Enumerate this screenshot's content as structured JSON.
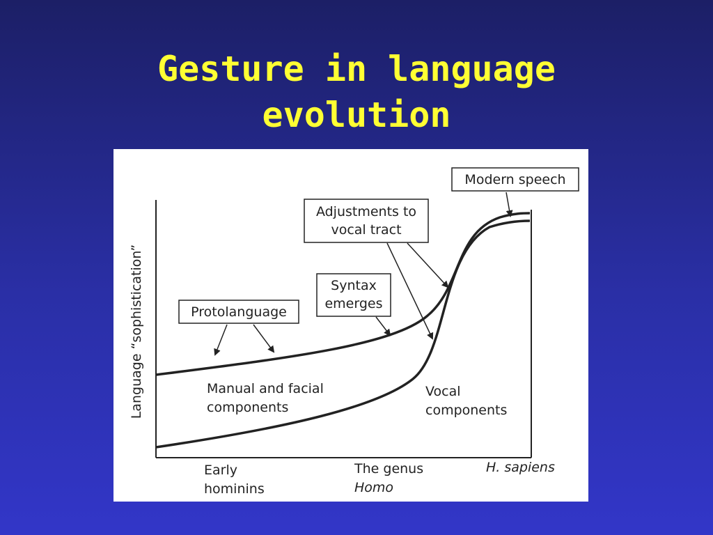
{
  "slide": {
    "title_line1": "Gesture in language",
    "title_line2": "evolution"
  },
  "diagram": {
    "y_axis_label": "Language “sophistication”",
    "x_ticks": {
      "early_line1": "Early",
      "early_line2": "hominins",
      "genus_line1": "The genus",
      "genus_line2": "Homo",
      "sapiens": "H. sapiens"
    },
    "boxes": {
      "protolanguage": "Protolanguage",
      "syntax_line1": "Syntax",
      "syntax_line2": "emerges",
      "adjust_line1": "Adjustments to",
      "adjust_line2": "vocal tract",
      "modern_speech": "Modern speech"
    },
    "curve_labels": {
      "manual_line1": "Manual and facial",
      "manual_line2": "components",
      "vocal_line1": "Vocal",
      "vocal_line2": "components"
    },
    "colors": {
      "line": "#222222",
      "title": "#ffff33"
    }
  }
}
